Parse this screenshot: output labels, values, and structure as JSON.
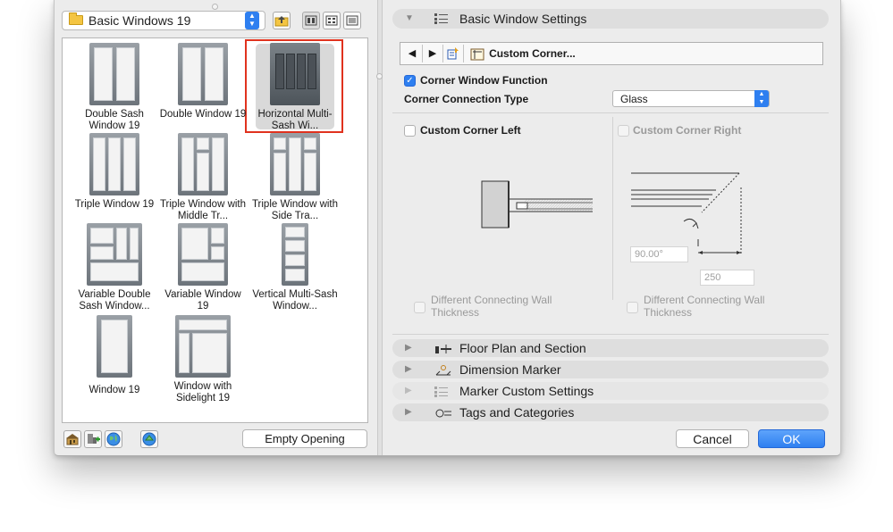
{
  "library": {
    "folder_name": "Basic Windows 19",
    "items": [
      {
        "label": "Double Sash Window 19"
      },
      {
        "label": "Double Window 19"
      },
      {
        "label": "Horizontal Multi-Sash Wi..."
      },
      {
        "label": "Triple Window 19"
      },
      {
        "label": "Triple Window with Middle Tr..."
      },
      {
        "label": "Triple Window with Side Tra..."
      },
      {
        "label": "Variable Double Sash Window..."
      },
      {
        "label": "Variable Window 19"
      },
      {
        "label": "Vertical Multi-Sash Window..."
      },
      {
        "label": "Window 19"
      },
      {
        "label": "Window with Sidelight 19"
      }
    ],
    "selected_index": 2,
    "empty_opening_label": "Empty Opening"
  },
  "settings": {
    "basic_section_title": "Basic Window Settings",
    "nav_page_title": "Custom Corner...",
    "corner_window_function_label": "Corner Window Function",
    "corner_window_function_checked": true,
    "connection_type_label": "Corner Connection Type",
    "connection_type_value": "Glass",
    "custom_corner_left_label": "Custom Corner Left",
    "custom_corner_right_label": "Custom Corner Right",
    "angle_value": "90.00°",
    "width_value": "250",
    "diff_wall_left": "Different Connecting Wall Thickness",
    "diff_wall_right": "Different Connecting Wall Thickness",
    "sections": [
      {
        "title": "Floor Plan and Section",
        "enabled": true
      },
      {
        "title": "Dimension Marker",
        "enabled": true
      },
      {
        "title": "Marker Custom Settings",
        "enabled": false
      },
      {
        "title": "Tags and Categories",
        "enabled": true
      }
    ],
    "cancel_label": "Cancel",
    "ok_label": "OK",
    "accent_color": "#2e7ff0"
  }
}
